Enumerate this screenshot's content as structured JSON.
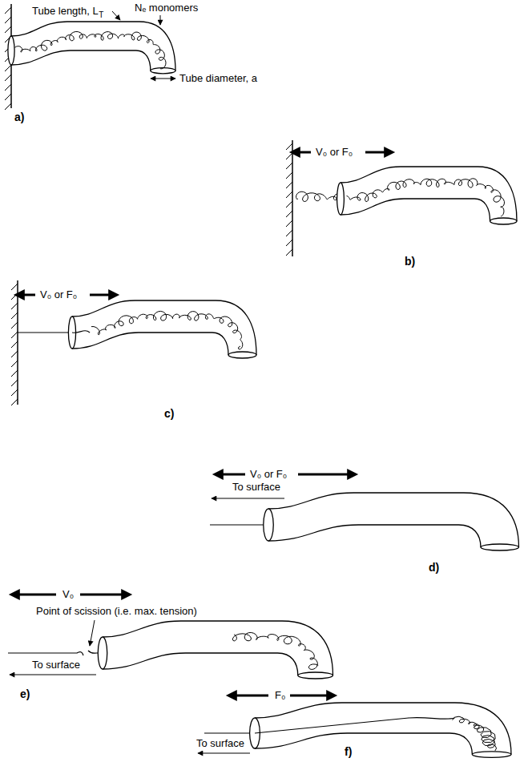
{
  "diagram": {
    "labels": [
      "Tube length, L",
      "T",
      "Nₑ monomers",
      "Tube diameter, a",
      "a)",
      "V₀ or F₀",
      "b)",
      "V₀ or F₀",
      "c)",
      "V₀ or F₀",
      "To surface",
      "d)",
      "V₀",
      "Point of scission (i.e. max. tension)",
      "To surface",
      "e)",
      "F₀",
      "To surface",
      "f)"
    ]
  }
}
